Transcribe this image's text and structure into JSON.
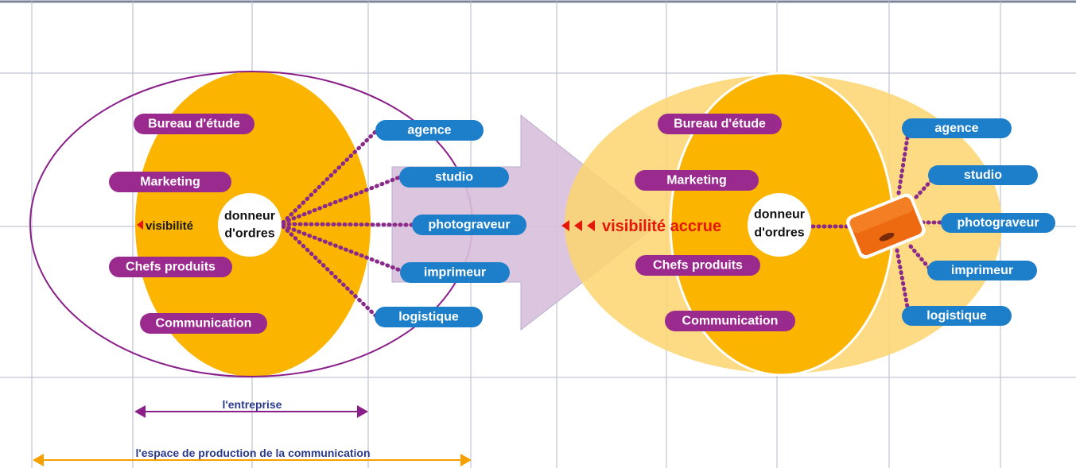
{
  "colors": {
    "purple": "#9b2a8f",
    "blue": "#1d7fc9",
    "orange": "#fbb400",
    "light_orange": "#fdd56e",
    "arrow": "#d9c0dc",
    "red": "#e3170a",
    "grid": "#9aa3b6",
    "measure_purple": "#8a1f8a",
    "measure_orange": "#f5a000"
  },
  "left": {
    "departments": [
      "Bureau d'étude",
      "Marketing",
      "Chefs produits",
      "Communication"
    ],
    "visibility": "visibilité",
    "center": [
      "donneur",
      "d'ordres"
    ],
    "partners": [
      "agence",
      "studio",
      "photograveur",
      "imprimeur",
      "logistique"
    ]
  },
  "right": {
    "departments": [
      "Bureau d'étude",
      "Marketing",
      "Chefs produits",
      "Communication"
    ],
    "visibility": "visibilité accrue",
    "center": [
      "donneur",
      "d'ordres"
    ],
    "partners": [
      "agence",
      "studio",
      "photograveur",
      "imprimeur",
      "logistique"
    ]
  },
  "measures": {
    "enterprise": "l'entreprise",
    "production_space": "l'espace de production de la communication"
  }
}
